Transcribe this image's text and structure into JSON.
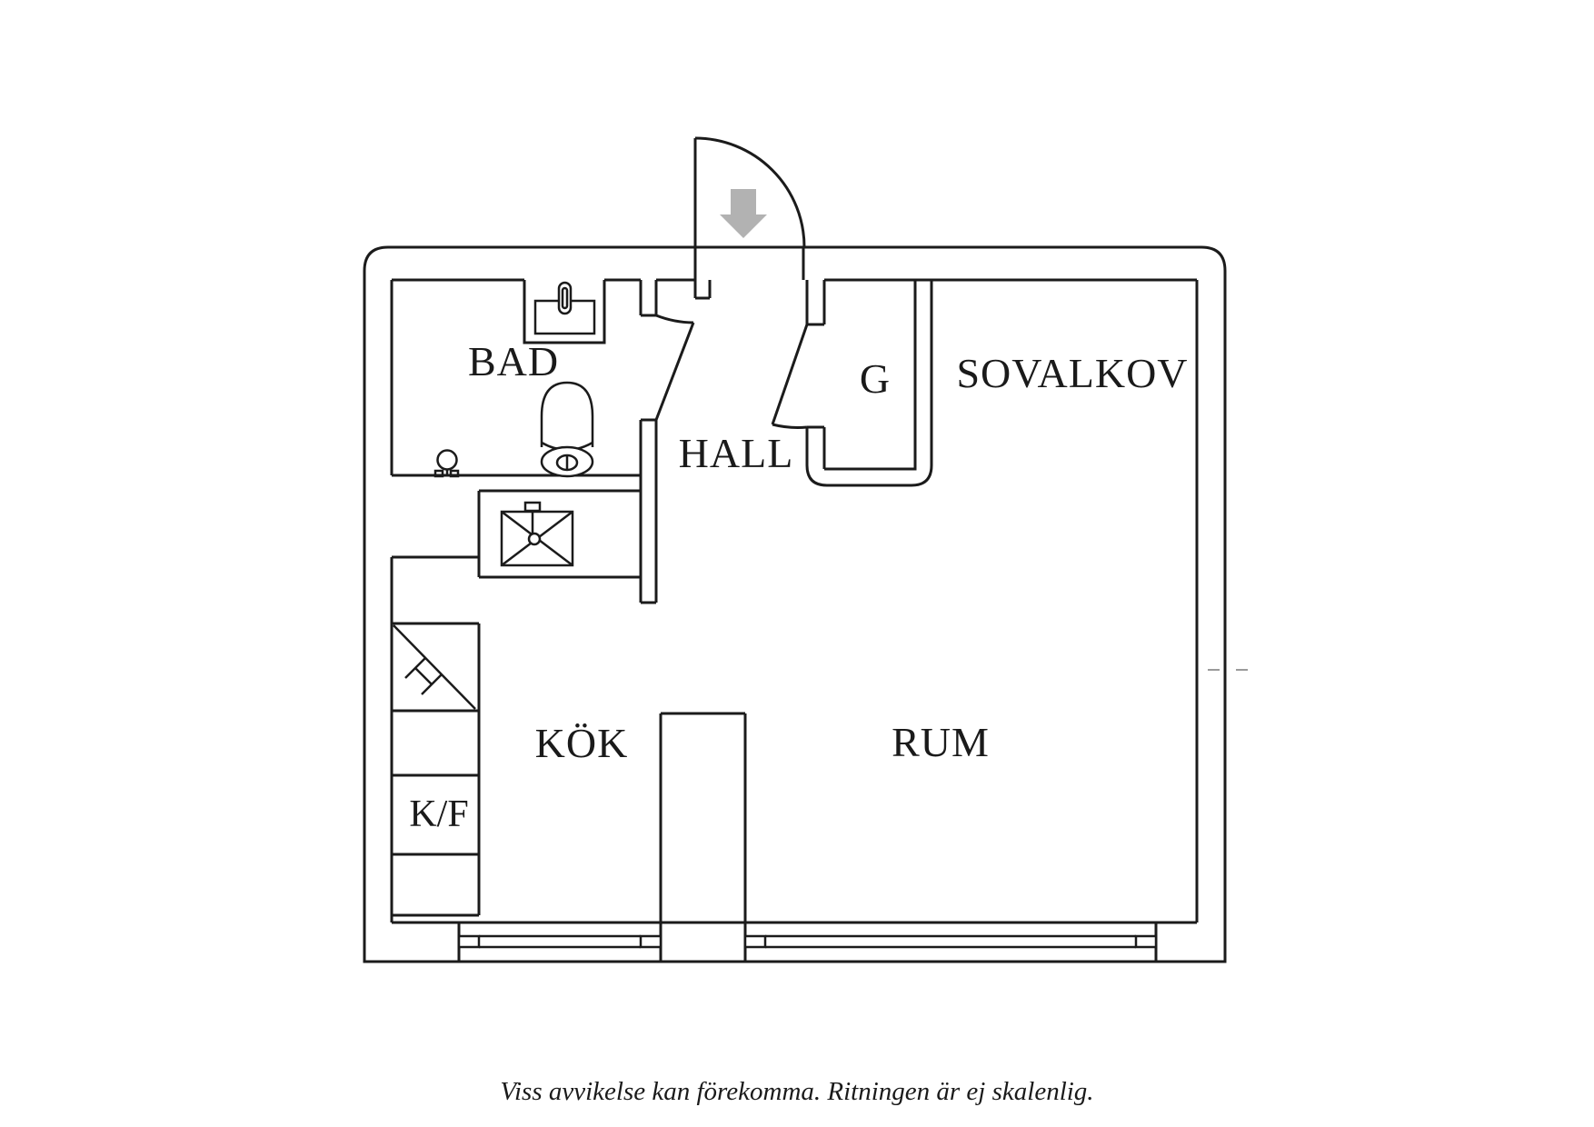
{
  "floor_plan": {
    "rooms": {
      "bathroom": "BAD",
      "hall": "HALL",
      "wardrobe": "G",
      "sleeping_alcove": "SOVALKOV",
      "kitchen": "KÖK",
      "living_room": "RUM",
      "fridge_freezer": "K/F"
    },
    "caption": "Viss avvikelse kan förekomma. Ritningen är ej skalenlig.",
    "colors": {
      "wall_line": "#1b1b1b",
      "arrow_fill": "#b2b2b2",
      "background": "#ffffff"
    },
    "fixtures": [
      "entry-door-swing",
      "entry-direction-arrow",
      "bathroom-sink",
      "toilet",
      "floor-drain",
      "kitchen-sink",
      "stove-symbol",
      "window-strips"
    ]
  }
}
